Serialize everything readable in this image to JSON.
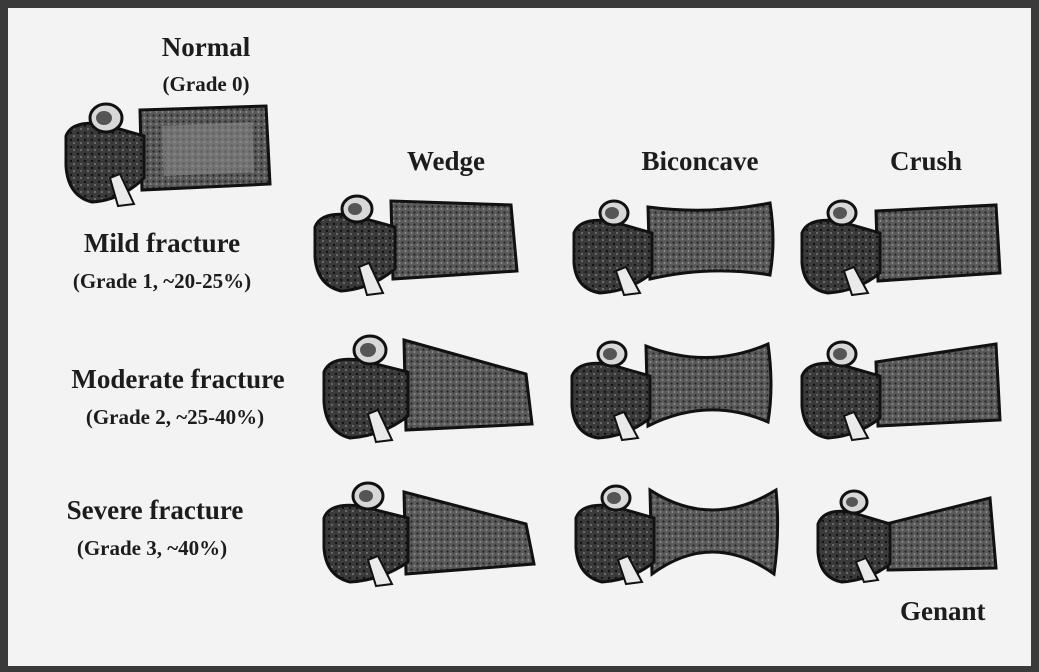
{
  "figure": {
    "normal": {
      "title": "Normal",
      "grade": "(Grade 0)"
    },
    "columns": [
      "Wedge",
      "Biconcave",
      "Crush"
    ],
    "rows": [
      {
        "title": "Mild fracture",
        "grade": "(Grade 1, ~20-25%)"
      },
      {
        "title": "Moderate fracture",
        "grade": "(Grade 2, ~25-40%)"
      },
      {
        "title": "Severe fracture",
        "grade": "(Grade 3, ~40%)"
      }
    ],
    "credit": "Genant"
  },
  "colors": {
    "background": "#f3f3f3",
    "border": "#3a3a3a",
    "bone_dark": "#2a2a2a",
    "bone_mid": "#6e6e6e",
    "bone_light": "#e6e6e6"
  }
}
